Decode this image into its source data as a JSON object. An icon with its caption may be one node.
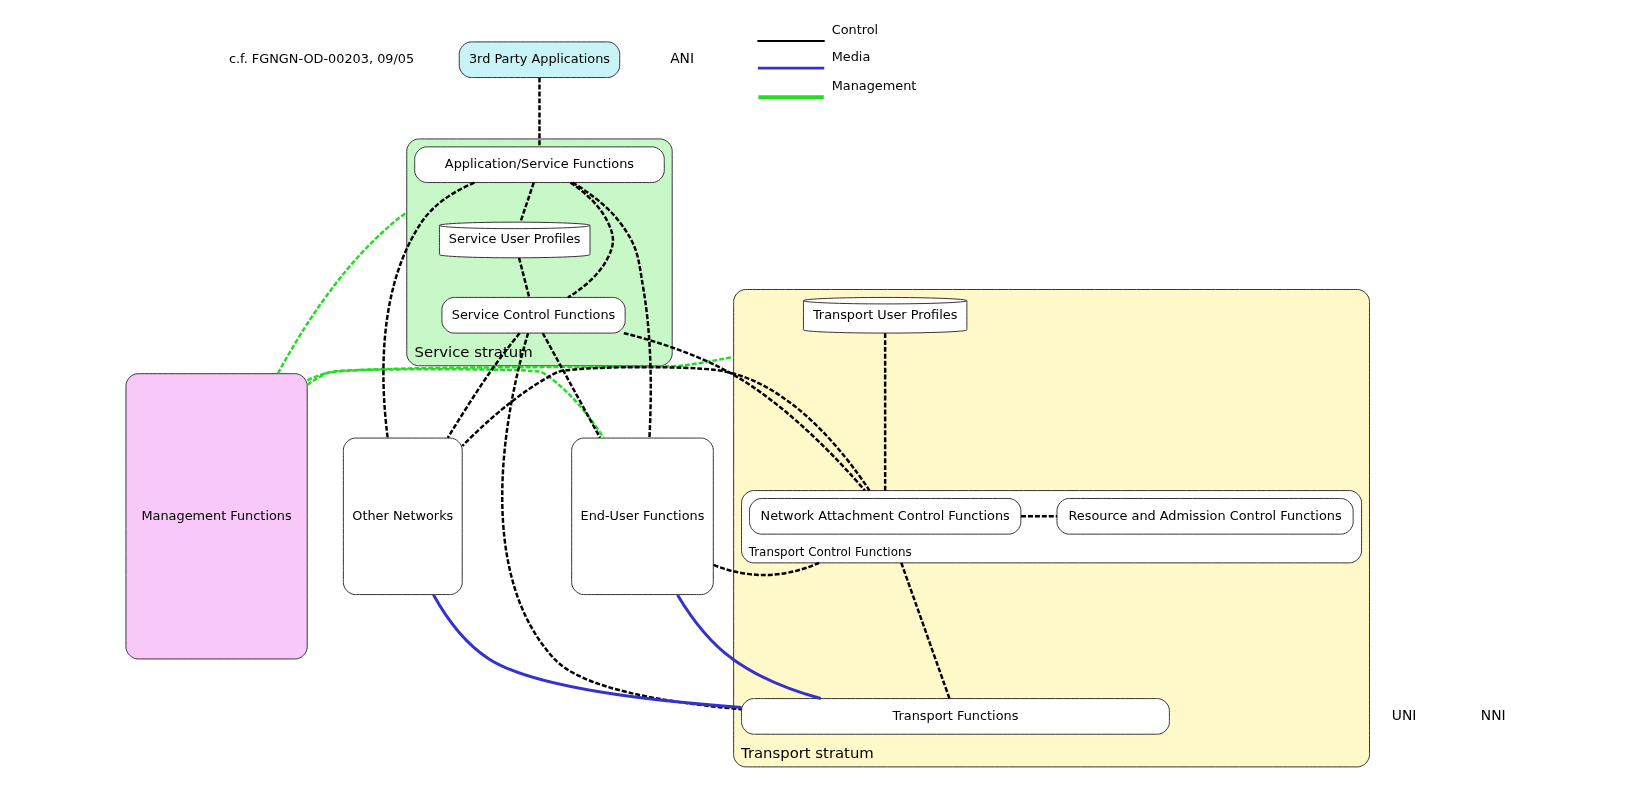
{
  "diagram": {
    "nodes": [
      {
        "text": [
          "3rd Party Applications"
        ]
      },
      {
        "text": [
          "Management Functions"
        ]
      },
      {
        "text": [
          "Service stratum"
        ]
      },
      {
        "text": [
          "Application/Service Functions"
        ],
        "in": 2
      },
      {
        "text": [
          "Service User Profiles"
        ],
        "in": 2
      },
      {
        "text": [
          "Service Control Functions"
        ],
        "in": 2
      },
      {
        "text": [
          "Transport stratum"
        ]
      },
      {
        "text": [
          "Transport User Profiles"
        ],
        "in": 6
      },
      {
        "text": [
          "Transport Control Functions"
        ],
        "in": 6
      },
      {
        "text": [
          "Network Attachment Control Functions"
        ],
        "in": 8
      },
      {
        "text": [
          "Resource and Admission Control Functions"
        ],
        "in": 8
      },
      {
        "text": [
          "Transport Functions"
        ],
        "in": 6
      },
      {
        "text": [
          "End-User Functions"
        ]
      },
      {
        "text": [
          "Other Networks"
        ]
      }
    ],
    "edges": [
      {
        "from": 0,
        "to": 3,
        "arrow": "none",
        "style": "dashed"
      },
      {
        "from": 3,
        "to": 4,
        "arrow": "none",
        "style": "dashed"
      },
      {
        "from": 3,
        "to": 5,
        "arrow": "none",
        "style": "dashed"
      },
      {
        "from": 3,
        "to": 12,
        "arrow": "none",
        "style": "dashed"
      },
      {
        "from": 3,
        "to": 13,
        "arrow": "none",
        "style": "dashed"
      },
      {
        "from": 4,
        "to": 5,
        "arrow": "none",
        "style": "dashed"
      },
      {
        "from": 5,
        "to": 12,
        "arrow": "none",
        "style": "dashed"
      },
      {
        "from": 5,
        "to": 13,
        "arrow": "none",
        "style": "dashed"
      },
      {
        "from": 5,
        "to": 8,
        "arrow": "none",
        "style": "dashed"
      },
      {
        "from": 5,
        "to": 11,
        "arrow": "none",
        "style": "dashed"
      },
      {
        "from": 7,
        "to": 8,
        "arrow": "none",
        "style": "dashed"
      },
      {
        "from": 9,
        "to": 10,
        "arrow": "none",
        "style": "dashed"
      },
      {
        "from": 12,
        "to": 8,
        "arrow": "none",
        "style": "dashed"
      },
      {
        "from": 8,
        "to": 13,
        "arrow": "none",
        "style": "dashed"
      },
      {
        "from": 8,
        "to": 11,
        "arrow": "none",
        "style": "dashed"
      },
      {
        "from": 12,
        "to": 11,
        "arrow": "none",
        "color": "#3333cc"
      },
      {
        "from": 11,
        "to": 13,
        "arrow": "none",
        "color": "#3333cc"
      },
      {
        "from": 1,
        "to": 2,
        "arrow": "none",
        "style": "dashed",
        "color": "#22dd22"
      },
      {
        "from": 1,
        "to": 12,
        "arrow": "none",
        "style": "dashed",
        "color": "#22dd22"
      },
      {
        "from": 1,
        "to": 6,
        "arrow": "none",
        "style": "dashed",
        "color": "#22dd22"
      }
    ],
    "labels": [
      "c.f. FGNGN-OD-00203, 09/05",
      "ANI",
      "UNI",
      "NNI"
    ],
    "legend": [
      {
        "text": "Control"
      },
      {
        "text": "Media"
      },
      {
        "text": "Management"
      }
    ]
  }
}
